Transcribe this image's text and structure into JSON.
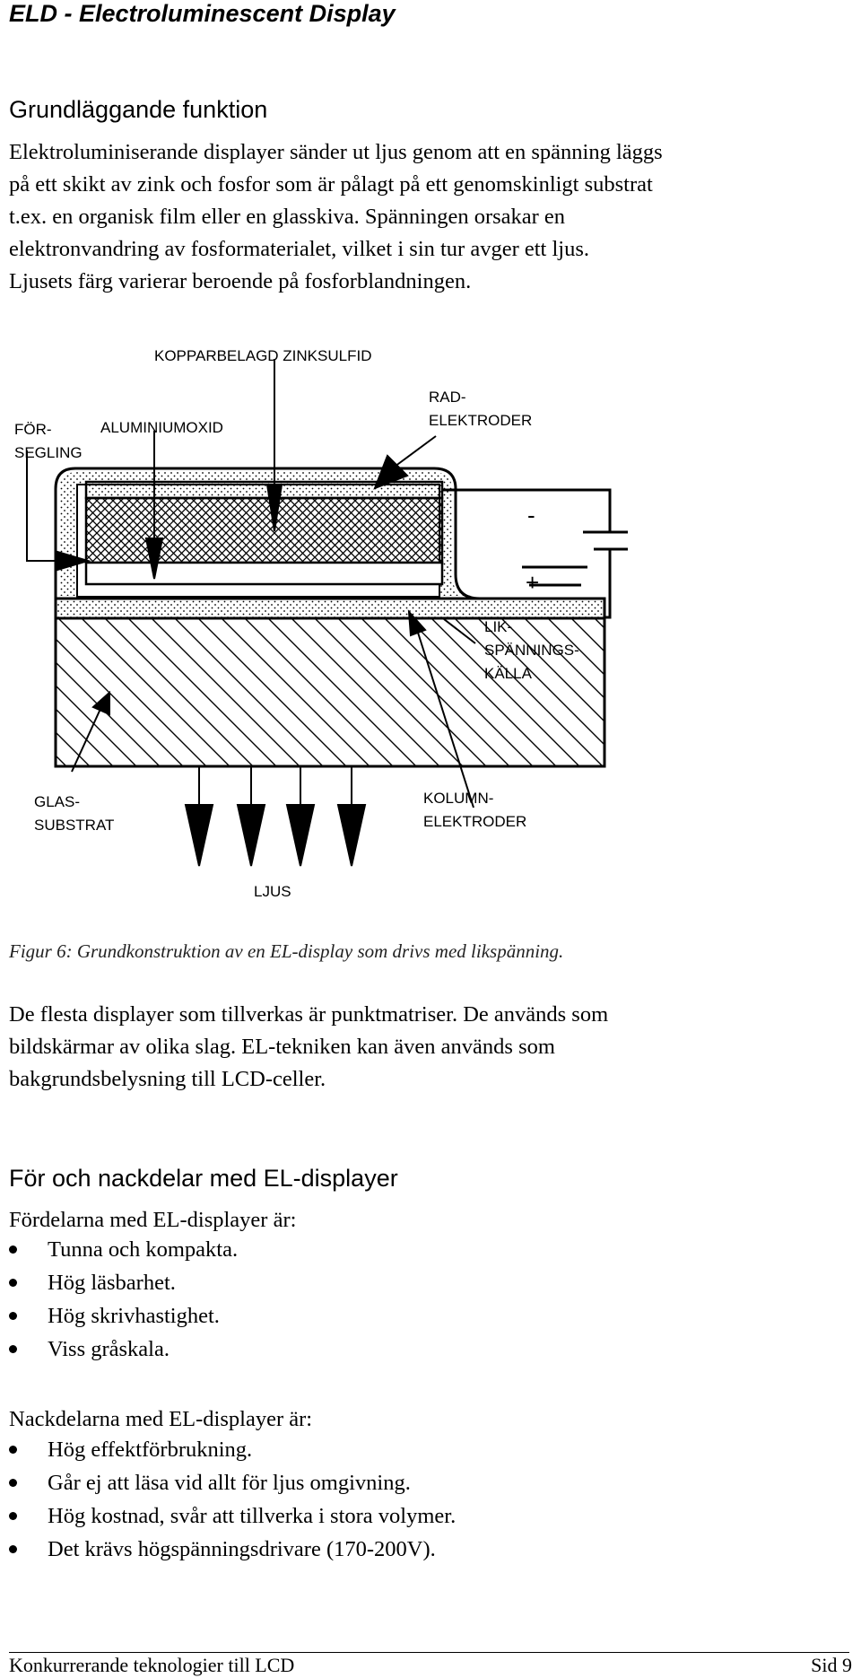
{
  "doc_title": "ELD - Electroluminescent Display",
  "section1": {
    "heading": "Grundläggande funktion",
    "lines": [
      "Elektroluminiserande displayer sänder ut ljus genom att en spänning läggs",
      "på ett skikt av zink och fosfor som är pålagt på ett genomskinligt substrat",
      "t.ex. en organisk film eller en glasskiva. Spänningen orsakar en",
      "elektronvandring av fosformaterialet, vilket i sin tur avger ett ljus.",
      "Ljusets färg varierar beroende på fosforblandningen."
    ]
  },
  "figure": {
    "labels": {
      "kopparbelagd": "KOPPARBELAGD ZINKSULFID",
      "rad_1": "RAD-",
      "rad_2": "ELEKTRODER",
      "for_1": "FÖR-",
      "for_2": "SEGLING",
      "aluminium": "ALUMINIUMOXID",
      "minus": "-",
      "plus": "+",
      "lik_1": "LIK-",
      "lik_2": "SPÄNNINGS-",
      "lik_3": "KÄLLA",
      "glas_1": "GLAS-",
      "glas_2": "SUBSTRAT",
      "kolumn_1": "KOLUMN-",
      "kolumn_2": "ELEKTRODER",
      "ljus": "LJUS"
    },
    "caption": "Figur 6: Grundkonstruktion av en EL-display som drivs med likspänning."
  },
  "paragraph2": {
    "lines": [
      "De flesta displayer som tillverkas är punktmatriser. De används som",
      "bildskärmar av olika slag. EL-tekniken kan även används som",
      "bakgrundsbelysning till LCD-celler."
    ]
  },
  "section2": {
    "heading": "För och nackdelar med EL-displayer",
    "advantages_lead": "Fördelarna med EL-displayer är:",
    "advantages": [
      "Tunna och kompakta.",
      "Hög läsbarhet.",
      "Hög skrivhastighet.",
      "Viss gråskala."
    ],
    "disadvantages_lead": "Nackdelarna med EL-displayer är:",
    "disadvantages": [
      "Hög effektförbrukning.",
      "Går ej att läsa vid allt för ljus omgivning.",
      "Hög kostnad, svår att tillverka i stora volymer.",
      "Det krävs högspänningsdrivare (170-200V)."
    ]
  },
  "footer": {
    "left": "Konkurrerande teknologier till LCD",
    "right": "Sid 9"
  }
}
